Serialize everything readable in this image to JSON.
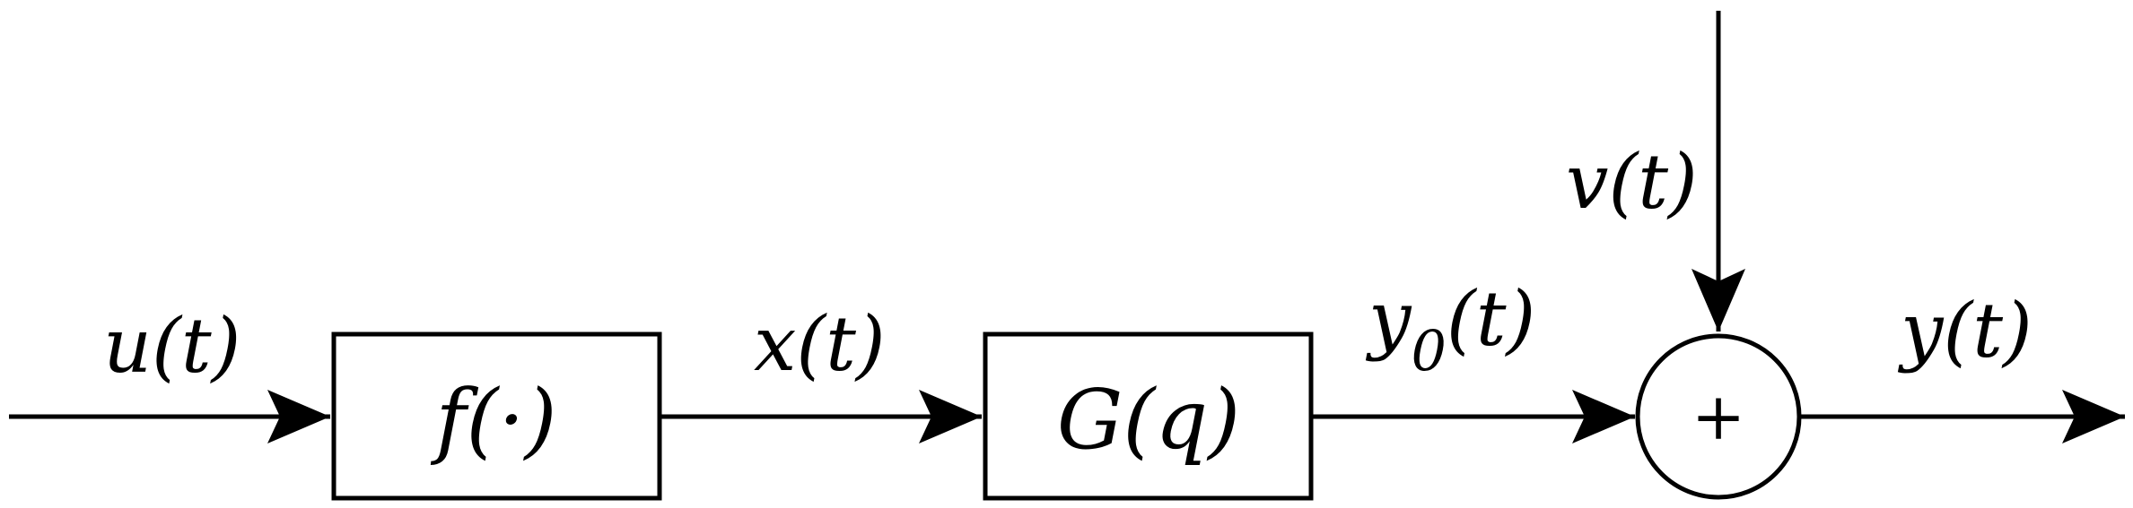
{
  "signals": {
    "u": {
      "fn": "u",
      "arg": "(t)"
    },
    "x": {
      "fn": "x",
      "arg": "(t)"
    },
    "y0": {
      "fn": "y",
      "sub": "0",
      "arg": "(t)"
    },
    "v": {
      "fn": "v",
      "arg": "(t)"
    },
    "y": {
      "fn": "y",
      "arg": "(t)"
    }
  },
  "blocks": {
    "nonlinear": {
      "fn": "f",
      "arg": "(·)"
    },
    "linear": {
      "fn": "G",
      "arg": "(q)"
    }
  },
  "summing_junction": {
    "symbol": "+"
  },
  "colors": {
    "stroke": "#000000",
    "background": "#ffffff"
  }
}
